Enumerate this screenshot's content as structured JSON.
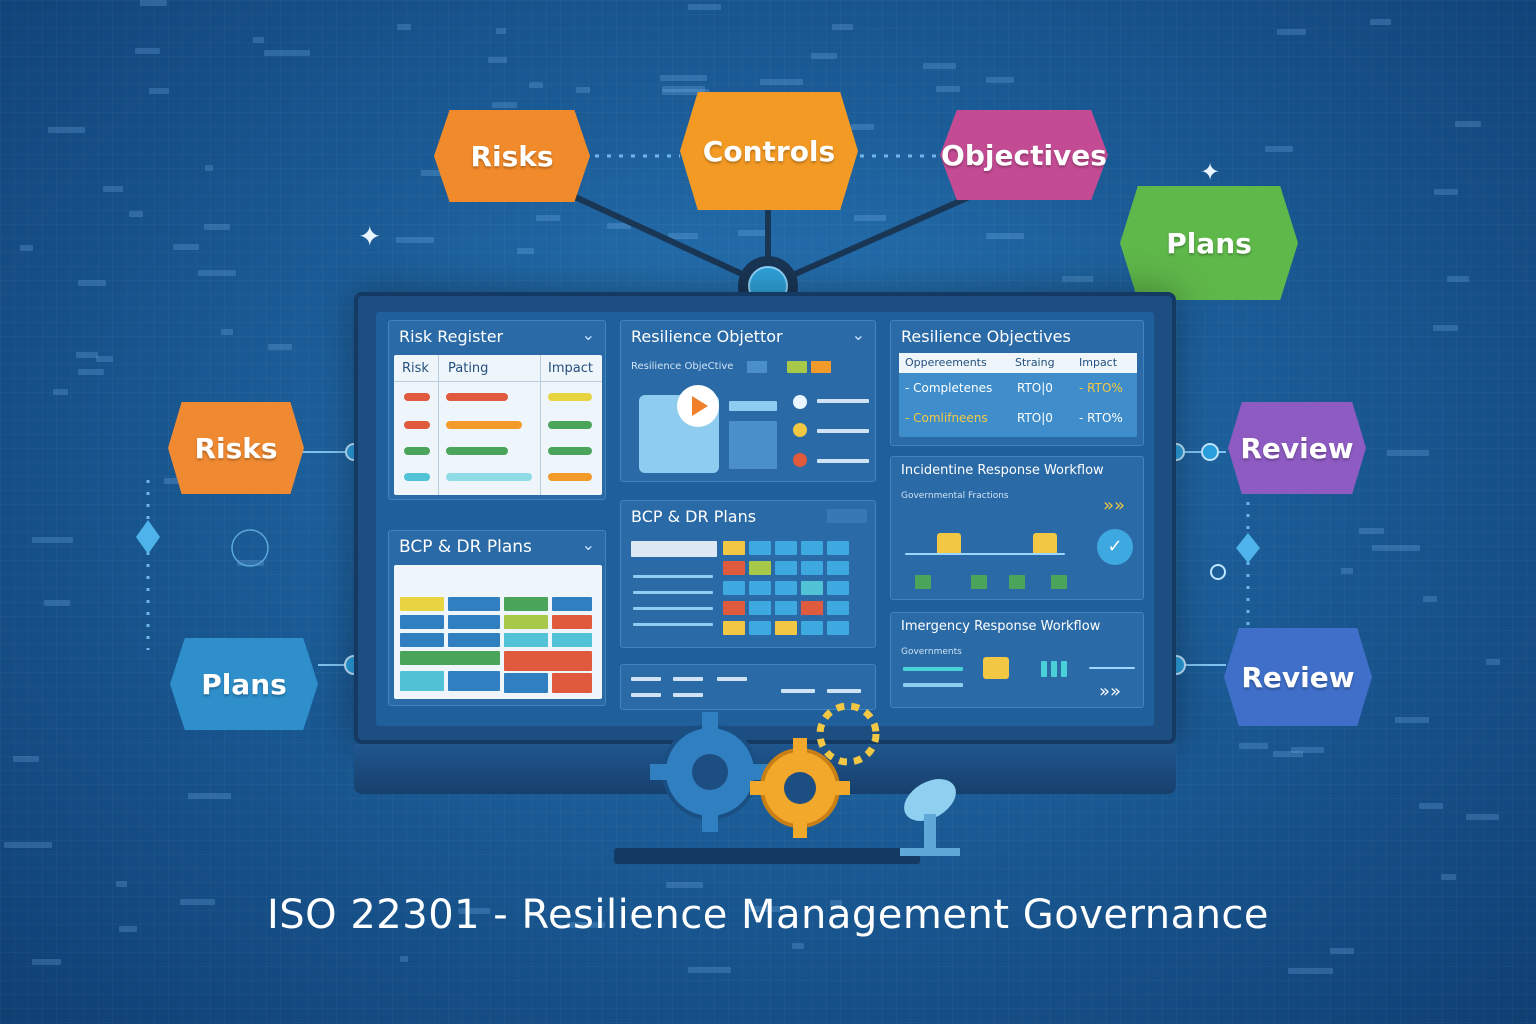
{
  "top_tags": [
    {
      "label": "Risks",
      "color": "#f18a2a"
    },
    {
      "label": "Controls",
      "color": "#f39a25"
    },
    {
      "label": "Objectives",
      "color": "#c34b93"
    },
    {
      "label": "Plans",
      "color": "#5fb84a"
    }
  ],
  "left_tags": [
    {
      "label": "Risks",
      "color": "#f08a32"
    },
    {
      "label": "Plans",
      "color": "#2e8fcb"
    }
  ],
  "right_tags": [
    {
      "label": "Review",
      "color": "#8d5bc2"
    },
    {
      "label": "Review",
      "color": "#3f6fc8"
    }
  ],
  "panels": {
    "risk_register": {
      "title": "Risk Register",
      "columns": [
        "Risk",
        "Pating",
        "Impact"
      ]
    },
    "resilience_objector": {
      "title": "Resilience Objettor",
      "subtitle": "Resilience ObjeCtive"
    },
    "resilience_objectives": {
      "title": "Resilience Objectives",
      "columns": [
        "Oppereements",
        "Straing",
        "Impact"
      ],
      "rows": [
        [
          "- Completenes",
          "RTO|0",
          "- RTO%"
        ],
        [
          "- Comlifneens",
          "RTO|0",
          "- RTO%"
        ]
      ]
    },
    "bcp_left": {
      "title": "BCP & DR Plans"
    },
    "bcp_center": {
      "title": "BCP & DR Plans"
    },
    "incident": {
      "title": "Incidentine Response Workflow",
      "subtitle": "Governmental Fractions"
    },
    "emergency": {
      "title": "Imergency Response Workflow",
      "subtitle": "Governments"
    }
  },
  "footer_title": "ISO 22301 - Resilience Management Governance",
  "colors": {
    "red": "#e05a3d",
    "orange": "#f29b2a",
    "green": "#4aa55a",
    "teal": "#52c2d6",
    "yellow": "#f2c744",
    "blue": "#2f7fc1"
  },
  "icons": [
    "gear-icon",
    "satellite-dish-icon",
    "padlock-icon",
    "play-icon",
    "sparkle-icon"
  ]
}
